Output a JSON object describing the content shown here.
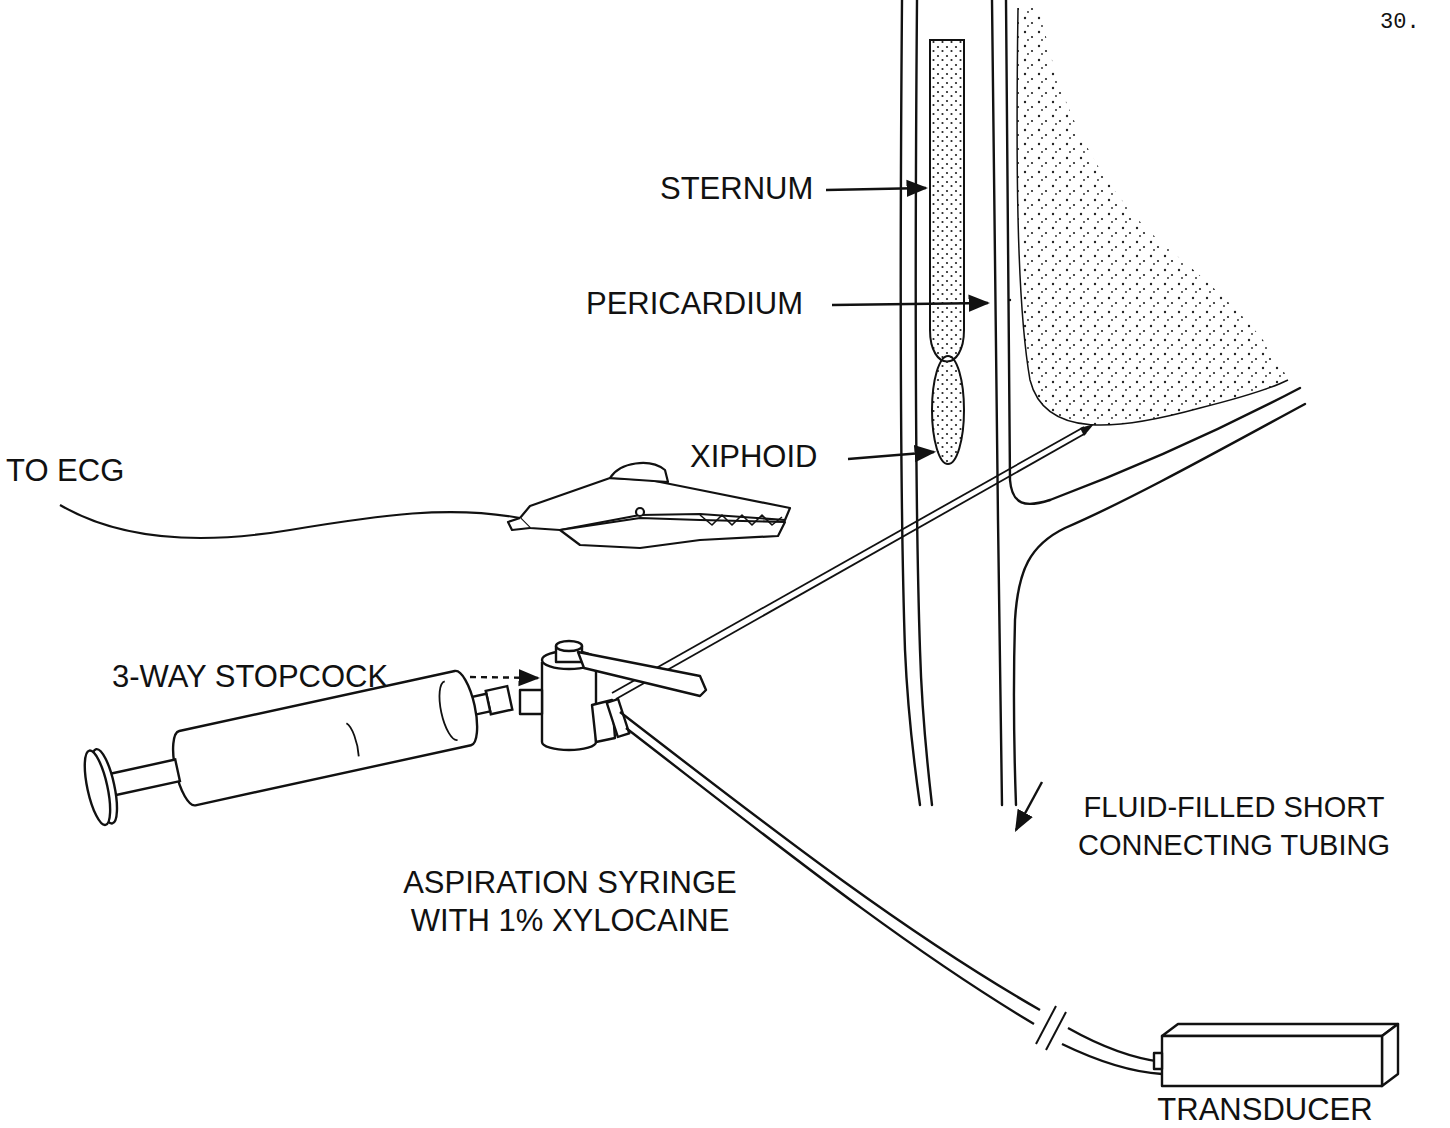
{
  "diagram": {
    "nodes": [
      {
        "text": [
          "TRANSDUCER"
        ]
      }
    ],
    "labels": [
      "30.",
      "STERNUM",
      "PERICARDIUM",
      "XIPHOID",
      "TO ECG",
      "3-WAY STOPCOCK",
      "ASPIRATION SYRINGE WITH 1% XYLOCAINE",
      "FLUID-FILLED SHORT CONNECTING TUBING"
    ]
  }
}
